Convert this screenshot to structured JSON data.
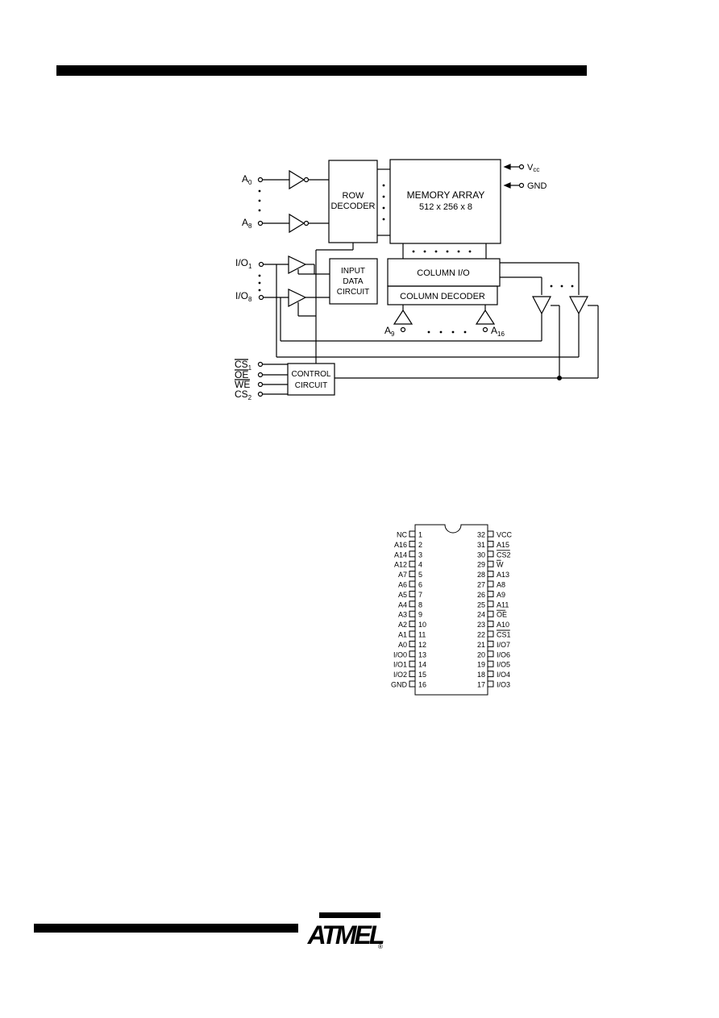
{
  "block_diagram": {
    "row_decoder": [
      "ROW",
      "DECODER"
    ],
    "memory_array": [
      "MEMORY ARRAY",
      "512 x 256 x 8"
    ],
    "vcc": {
      "main": "V",
      "sub": "cc"
    },
    "gnd": "GND",
    "column_io": "COLUMN I/O",
    "column_decoder": "COLUMN DECODER",
    "input_data": [
      "INPUT",
      "DATA",
      "CIRCUIT"
    ],
    "control": [
      "CONTROL",
      "CIRCUIT"
    ],
    "address_row": [
      {
        "main": "A",
        "sub": "0"
      },
      {
        "main": "A",
        "sub": "8"
      }
    ],
    "io_pins": [
      {
        "main": "I/O",
        "sub": "1"
      },
      {
        "main": "I/O",
        "sub": "8"
      }
    ],
    "address_col": [
      {
        "main": "A",
        "sub": "9"
      },
      {
        "main": "A",
        "sub": "16"
      }
    ],
    "control_pins": [
      {
        "main": "CS",
        "sub": "1",
        "overline": true
      },
      {
        "main": "OE",
        "sub": "",
        "overline": true
      },
      {
        "main": "WE",
        "sub": "",
        "overline": true
      },
      {
        "main": "CS",
        "sub": "2",
        "overline": false
      }
    ]
  },
  "pinout": {
    "left": [
      {
        "num": "1",
        "name": "NC"
      },
      {
        "num": "2",
        "name": "A16"
      },
      {
        "num": "3",
        "name": "A14"
      },
      {
        "num": "4",
        "name": "A12"
      },
      {
        "num": "5",
        "name": "A7"
      },
      {
        "num": "6",
        "name": "A6"
      },
      {
        "num": "7",
        "name": "A5"
      },
      {
        "num": "8",
        "name": "A4"
      },
      {
        "num": "9",
        "name": "A3"
      },
      {
        "num": "10",
        "name": "A2"
      },
      {
        "num": "11",
        "name": "A1"
      },
      {
        "num": "12",
        "name": "A0"
      },
      {
        "num": "13",
        "name": "I/O0"
      },
      {
        "num": "14",
        "name": "I/O1"
      },
      {
        "num": "15",
        "name": "I/O2"
      },
      {
        "num": "16",
        "name": "GND"
      }
    ],
    "right": [
      {
        "num": "32",
        "name": "VCC",
        "over": false
      },
      {
        "num": "31",
        "name": "A15",
        "over": false
      },
      {
        "num": "30",
        "name": "CS2",
        "over": true
      },
      {
        "num": "29",
        "name": "W",
        "over": true
      },
      {
        "num": "28",
        "name": "A13",
        "over": false
      },
      {
        "num": "27",
        "name": "A8",
        "over": false
      },
      {
        "num": "26",
        "name": "A9",
        "over": false
      },
      {
        "num": "25",
        "name": "A11",
        "over": false
      },
      {
        "num": "24",
        "name": "OE",
        "over": true
      },
      {
        "num": "23",
        "name": "A10",
        "over": false
      },
      {
        "num": "22",
        "name": "CS1",
        "over": true
      },
      {
        "num": "21",
        "name": "I/O7",
        "over": false
      },
      {
        "num": "20",
        "name": "I/O6",
        "over": false
      },
      {
        "num": "19",
        "name": "I/O5",
        "over": false
      },
      {
        "num": "18",
        "name": "I/O4",
        "over": false
      },
      {
        "num": "17",
        "name": "I/O3",
        "over": false
      }
    ]
  },
  "logo": {
    "text": "ATMEL",
    "registered": "®"
  }
}
